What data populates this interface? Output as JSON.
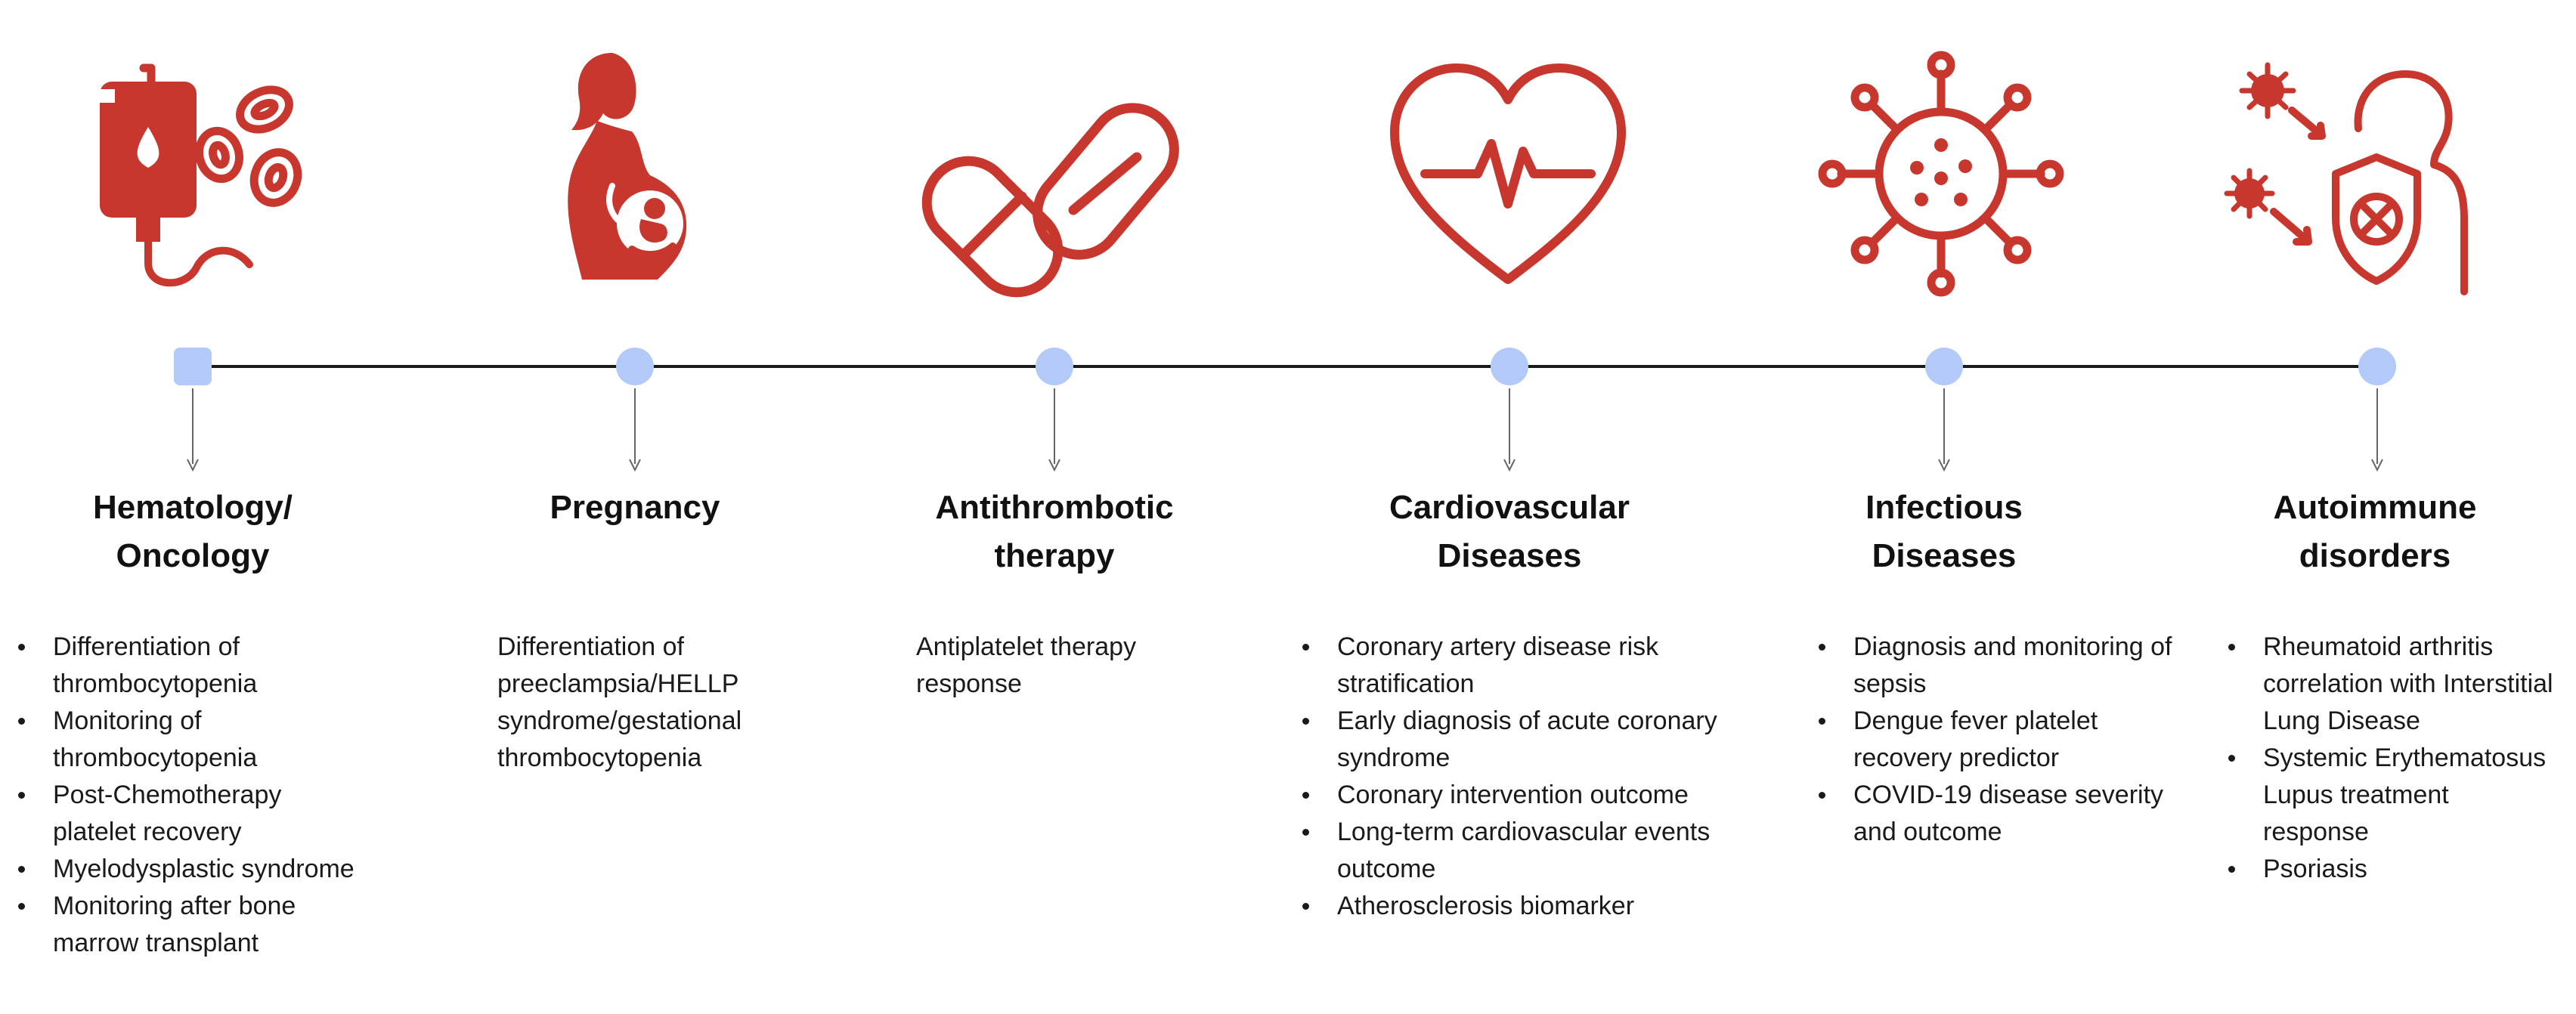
{
  "colors": {
    "icon": "#c8372d",
    "node": "#b3c9f7",
    "line": "#1a1a1a",
    "text": "#1a1a1a"
  },
  "categories": [
    {
      "icon": "blood-bag-icon",
      "title": "Hematology/\nOncology",
      "items": [
        "Differentiation of thrombocytopenia",
        "Monitoring of thrombocytopenia",
        "Post-Chemotherapy platelet recovery",
        "Myelodysplastic syndrome",
        "Monitoring after bone marrow transplant"
      ]
    },
    {
      "icon": "pregnant-woman-icon",
      "title": "Pregnancy",
      "text": "Differentiation of preeclampsia/HELLP syndrome/gestational thrombocytopenia"
    },
    {
      "icon": "pills-icon",
      "title": "Antithrombotic\ntherapy",
      "text": "Antiplatelet therapy response"
    },
    {
      "icon": "heart-pulse-icon",
      "title": "Cardiovascular\nDiseases",
      "items": [
        "Coronary artery disease risk stratification",
        "Early diagnosis of acute coronary syndrome",
        "Coronary intervention outcome",
        "Long-term cardiovascular events outcome",
        "Atherosclerosis biomarker"
      ]
    },
    {
      "icon": "virus-icon",
      "title": "Infectious\nDiseases",
      "items": [
        "Diagnosis and monitoring of sepsis",
        "Dengue fever platelet recovery predictor",
        "COVID-19 disease severity and outcome"
      ]
    },
    {
      "icon": "immune-shield-icon",
      "title": "Autoimmune\ndisorders",
      "items": [
        "Rheumatoid arthritis correlation with Interstitial Lung Disease",
        "Systemic Erythematosus Lupus treatment response",
        "Psoriasis"
      ]
    }
  ]
}
